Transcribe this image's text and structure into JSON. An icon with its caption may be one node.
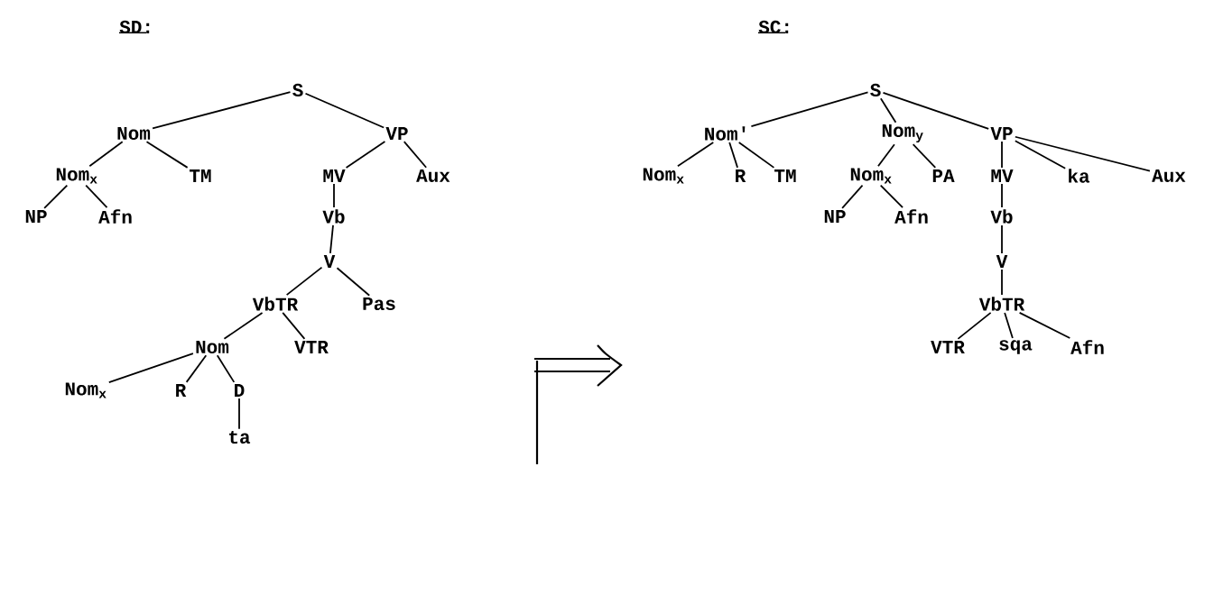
{
  "diagram": {
    "nodes": [
      {
        "text": [
          "S"
        ]
      },
      {
        "text": [
          "Nom"
        ]
      },
      {
        "text": [
          "VP"
        ]
      },
      {
        "text": [
          "Nom$_{x}$"
        ]
      },
      {
        "text": [
          "TM"
        ]
      },
      {
        "text": [
          "MV"
        ]
      },
      {
        "text": [
          "Aux"
        ]
      },
      {
        "text": [
          "NP"
        ]
      },
      {
        "text": [
          "Afn"
        ]
      },
      {
        "text": [
          "Vb"
        ]
      },
      {
        "text": [
          "V"
        ]
      },
      {
        "text": [
          "VbTR"
        ]
      },
      {
        "text": [
          "Pas"
        ]
      },
      {
        "text": [
          "Nom"
        ]
      },
      {
        "text": [
          "VTR"
        ]
      },
      {
        "text": [
          "Nom$_{x}$"
        ]
      },
      {
        "text": [
          "R"
        ]
      },
      {
        "text": [
          "D"
        ]
      },
      {
        "text": [
          "ta"
        ]
      },
      {
        "text": [
          "S"
        ]
      },
      {
        "text": [
          "Nom'"
        ]
      },
      {
        "text": [
          "Nom$_{y}$"
        ]
      },
      {
        "text": [
          "VP"
        ]
      },
      {
        "text": [
          "Nom$_{x}$"
        ]
      },
      {
        "text": [
          "R"
        ]
      },
      {
        "text": [
          "TM"
        ]
      },
      {
        "text": [
          "Nom$_{x}$"
        ]
      },
      {
        "text": [
          "PA"
        ]
      },
      {
        "text": [
          "MV"
        ]
      },
      {
        "text": [
          "ka"
        ]
      },
      {
        "text": [
          "Aux"
        ]
      },
      {
        "text": [
          "NP"
        ]
      },
      {
        "text": [
          "Afn"
        ]
      },
      {
        "text": [
          "Vb"
        ]
      },
      {
        "text": [
          "V"
        ]
      },
      {
        "text": [
          "VbTR"
        ]
      },
      {
        "text": [
          "VTR"
        ]
      },
      {
        "text": [
          "sqa"
        ]
      },
      {
        "text": [
          "Afn"
        ]
      }
    ],
    "edges": [
      {
        "from": 0,
        "to": 1,
        "arrow": "none"
      },
      {
        "from": 0,
        "to": 2,
        "arrow": "none"
      },
      {
        "from": 1,
        "to": 3,
        "arrow": "none"
      },
      {
        "from": 1,
        "to": 4,
        "arrow": "none"
      },
      {
        "from": 2,
        "to": 5,
        "arrow": "none"
      },
      {
        "from": 2,
        "to": 6,
        "arrow": "none"
      },
      {
        "from": 3,
        "to": 7,
        "arrow": "none"
      },
      {
        "from": 3,
        "to": 8,
        "arrow": "none"
      },
      {
        "from": 5,
        "to": 9,
        "arrow": "none"
      },
      {
        "from": 9,
        "to": 10,
        "arrow": "none"
      },
      {
        "from": 10,
        "to": 11,
        "arrow": "none"
      },
      {
        "from": 10,
        "to": 12,
        "arrow": "none"
      },
      {
        "from": 11,
        "to": 13,
        "arrow": "none"
      },
      {
        "from": 11,
        "to": 14,
        "arrow": "none"
      },
      {
        "from": 13,
        "to": 15,
        "arrow": "none"
      },
      {
        "from": 13,
        "to": 16,
        "arrow": "none"
      },
      {
        "from": 13,
        "to": 17,
        "arrow": "none"
      },
      {
        "from": 17,
        "to": 18,
        "arrow": "none"
      },
      {
        "from": 19,
        "to": 20,
        "arrow": "none"
      },
      {
        "from": 19,
        "to": 21,
        "arrow": "none"
      },
      {
        "from": 19,
        "to": 22,
        "arrow": "none"
      },
      {
        "from": 20,
        "to": 23,
        "arrow": "none"
      },
      {
        "from": 20,
        "to": 24,
        "arrow": "none"
      },
      {
        "from": 20,
        "to": 25,
        "arrow": "none"
      },
      {
        "from": 21,
        "to": 26,
        "arrow": "none"
      },
      {
        "from": 21,
        "to": 27,
        "arrow": "none"
      },
      {
        "from": 26,
        "to": 31,
        "arrow": "none"
      },
      {
        "from": 26,
        "to": 32,
        "arrow": "none"
      },
      {
        "from": 22,
        "to": 28,
        "arrow": "none"
      },
      {
        "from": 22,
        "to": 29,
        "arrow": "none"
      },
      {
        "from": 22,
        "to": 30,
        "arrow": "none"
      },
      {
        "from": 28,
        "to": 33,
        "arrow": "none"
      },
      {
        "from": 33,
        "to": 34,
        "arrow": "none"
      },
      {
        "from": 34,
        "to": 35,
        "arrow": "none"
      },
      {
        "from": 35,
        "to": 36,
        "arrow": "none"
      },
      {
        "from": 35,
        "to": 37,
        "arrow": "none"
      },
      {
        "from": 35,
        "to": 38,
        "arrow": "none"
      }
    ],
    "labels": [
      "SD:",
      "SC:"
    ]
  }
}
